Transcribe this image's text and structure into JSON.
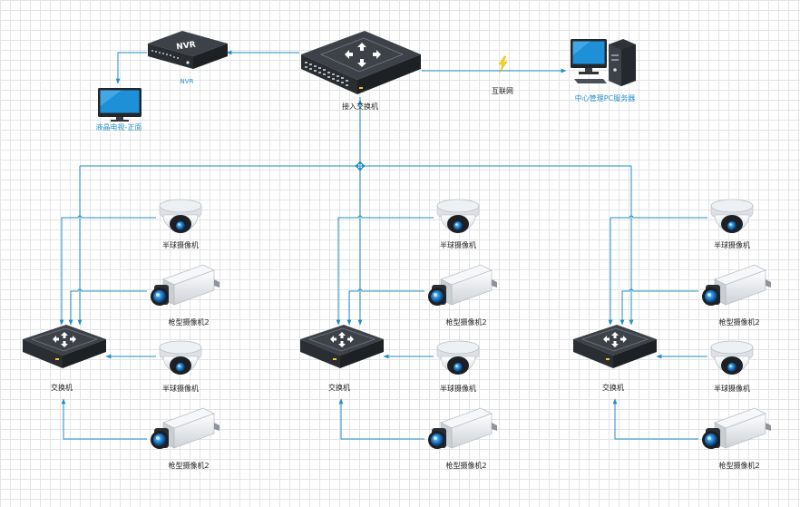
{
  "colors": {
    "line": "#1f8fc4",
    "accent_label": "#2b8fcf",
    "device_dark": "#2f3338",
    "grid": "#e4e4e4"
  },
  "labels": {
    "nvr_badge": "NVR",
    "nvr": "NVR",
    "monitor": "液晶电视-正面",
    "core_switch": "接入交换机",
    "internet": "互联网",
    "server": "中心管理PC服务器",
    "switch": "交换机",
    "dome_camera": "半球摄像机",
    "bullet_camera": "枪型摄像机2"
  },
  "groups": [
    {
      "id": "left",
      "switch_label": "交换机",
      "cameras": [
        {
          "type": "dome",
          "label": "半球摄像机"
        },
        {
          "type": "bullet",
          "label": "枪型摄像机2"
        },
        {
          "type": "dome",
          "label": "半球摄像机"
        },
        {
          "type": "bullet",
          "label": "枪型摄像机2"
        }
      ]
    },
    {
      "id": "middle",
      "switch_label": "交换机",
      "cameras": [
        {
          "type": "dome",
          "label": "半球摄像机"
        },
        {
          "type": "bullet",
          "label": "枪型摄像机2"
        },
        {
          "type": "dome",
          "label": "半球摄像机"
        },
        {
          "type": "bullet",
          "label": "枪型摄像机2"
        }
      ]
    },
    {
      "id": "right",
      "switch_label": "交换机",
      "cameras": [
        {
          "type": "dome",
          "label": "半球摄像机"
        },
        {
          "type": "bullet",
          "label": "枪型摄像机2"
        },
        {
          "type": "dome",
          "label": "半球摄像机"
        },
        {
          "type": "bullet",
          "label": "枪型摄像机2"
        }
      ]
    }
  ]
}
